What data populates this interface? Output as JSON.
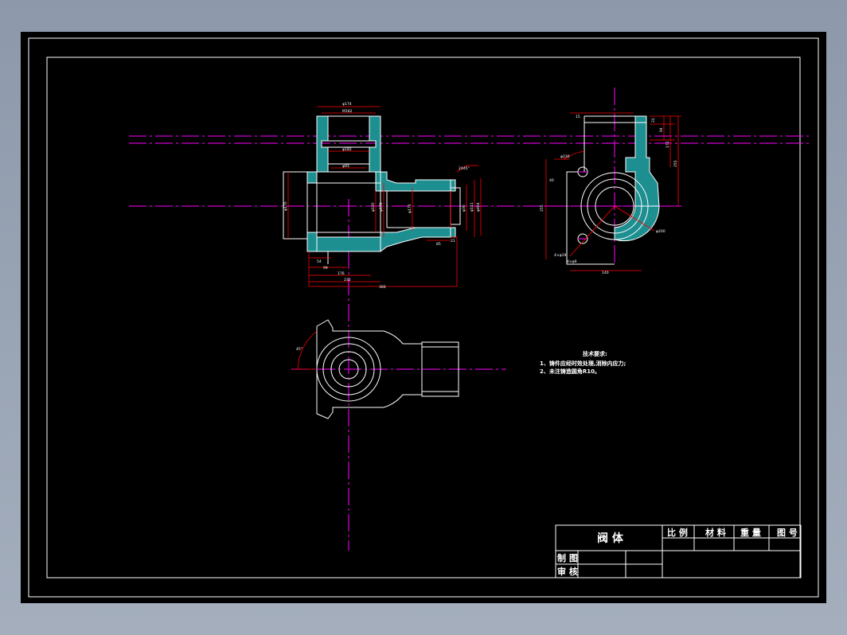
{
  "drawing": {
    "title_block": {
      "part_name": "阀 体",
      "columns": [
        "比 例",
        "材 料",
        "重 量",
        "图 号"
      ],
      "rows": [
        "制 图",
        "审 核"
      ]
    },
    "technical_notes": {
      "heading": "技术要求:",
      "items": [
        "1、铸件应经时效处理,消除内应力;",
        "2、未注铸造圆角R10。"
      ]
    },
    "front_view_dimensions": {
      "top1": "φ174",
      "top2": "M182",
      "bore": "φ182",
      "neck": "φ93",
      "left": "φ170",
      "mid": "φ120",
      "mid2": "φ178",
      "mid3": "φ170",
      "pipe1": "φ36",
      "pipe2": "φ111",
      "pipe3": "φ404",
      "chamfer": "2X45°",
      "b1": "54",
      "b2": "99",
      "b3": "176",
      "b4": "232",
      "b5": "366",
      "r1": "85",
      "r2": "21"
    },
    "side_view_dimensions": {
      "d1": "15",
      "d2": "21",
      "d3": "94",
      "d4": "172",
      "d5": "255",
      "d6": "255",
      "d7": "40",
      "d8": "140",
      "d9": "φ200",
      "d10": "φ230",
      "d11": "4×φ19",
      "d12": "4×φ9"
    },
    "top_view_dimensions": {
      "angle": "45°"
    }
  }
}
